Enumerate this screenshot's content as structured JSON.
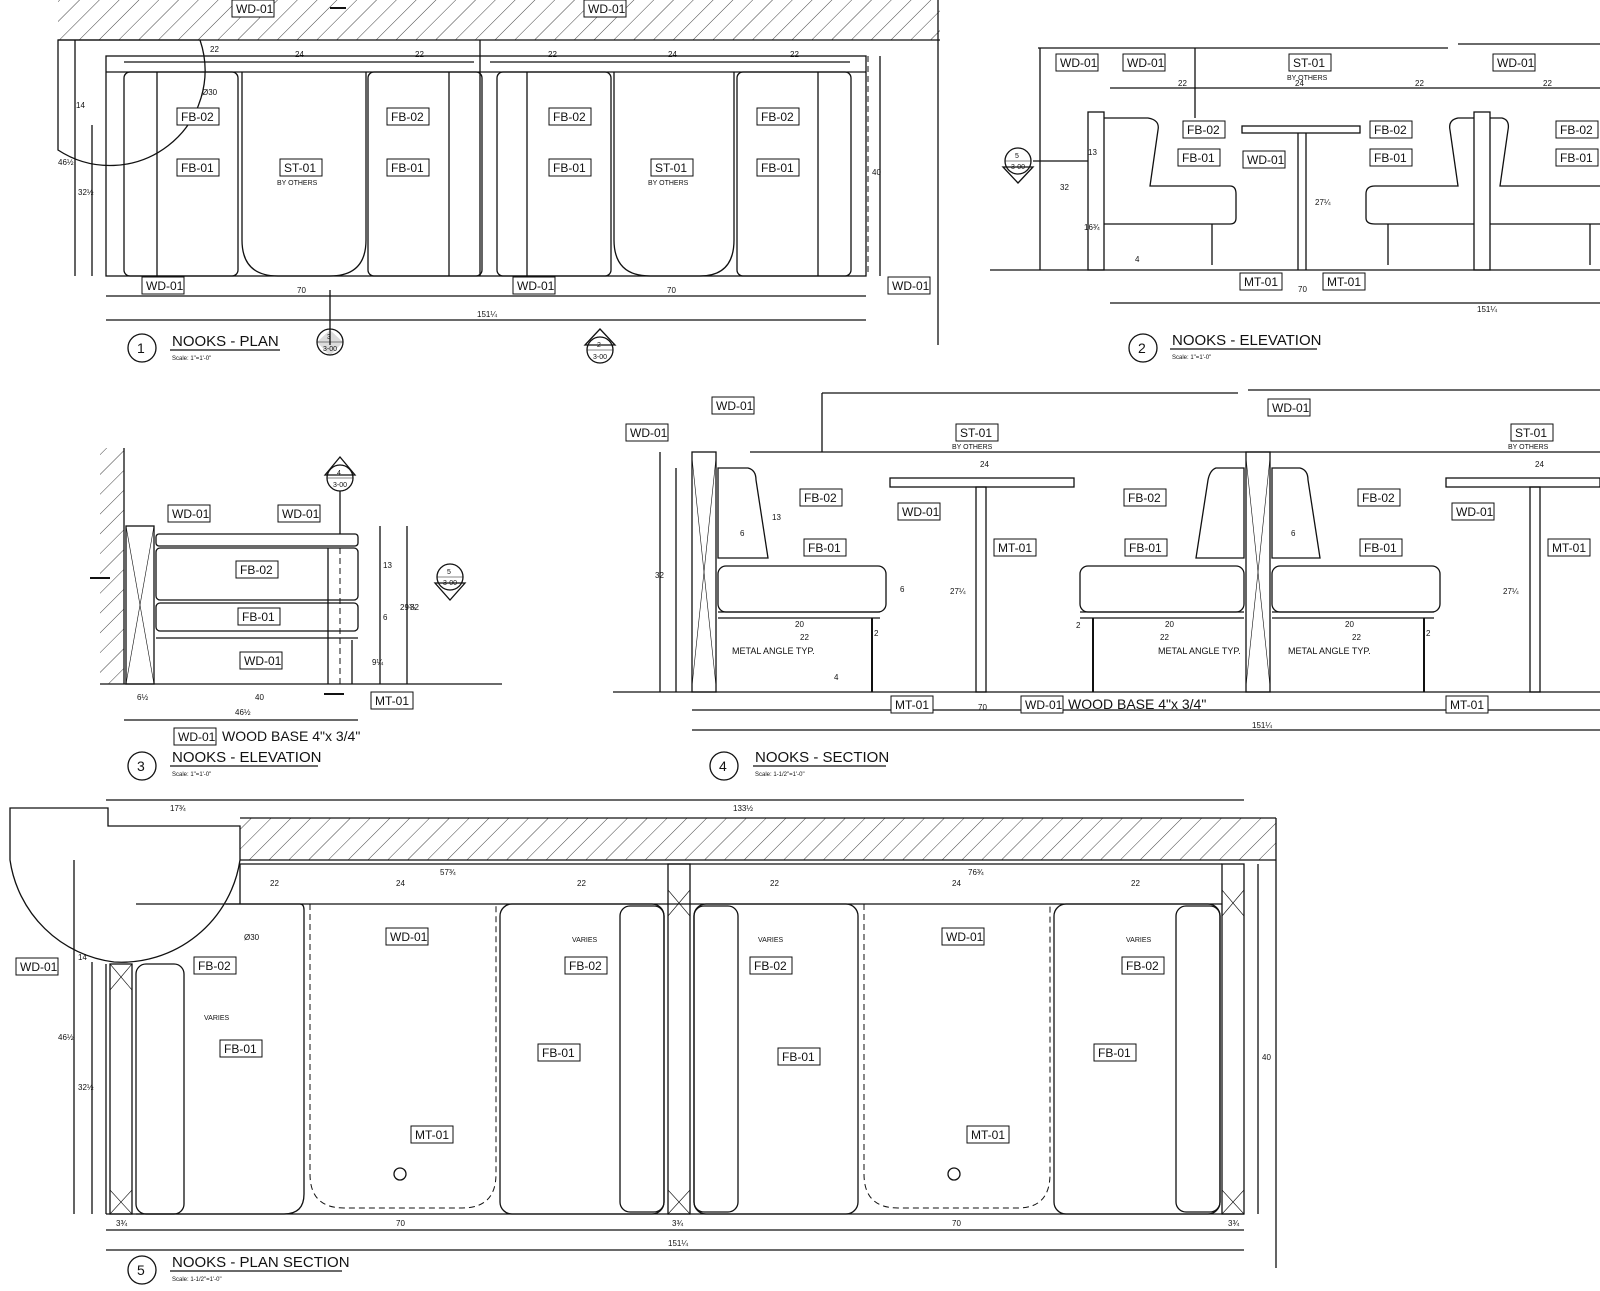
{
  "views": [
    {
      "number": "1",
      "title": "NOOKS - PLAN",
      "scale": "Scale: 1\"=1'-0\""
    },
    {
      "number": "2",
      "title": "NOOKS - ELEVATION",
      "scale": "Scale: 1\"=1'-0\""
    },
    {
      "number": "3",
      "title": "NOOKS - ELEVATION",
      "scale": "Scale: 1\"=1'-0\""
    },
    {
      "number": "4",
      "title": "NOOKS - SECTION",
      "scale": "Scale: 1-1/2\"=1'-0\""
    },
    {
      "number": "5",
      "title": "NOOKS - PLAN SECTION",
      "scale": "Scale: 1-1/2\"=1'-0\""
    }
  ],
  "materials": {
    "wd": "WD-01",
    "fb2": "FB-02",
    "fb1": "FB-01",
    "st": "ST-01",
    "mt": "MT-01"
  },
  "notes": {
    "by_others": "BY OTHERS",
    "wood_base": "WOOD BASE 4\"x 3/4\"",
    "metal_angle": "METAL ANGLE TYP.",
    "varies": "VARIES"
  },
  "section_markers": {
    "m3": {
      "num": "3",
      "sheet": "3-00"
    },
    "m2": {
      "num": "2",
      "sheet": "3-00"
    },
    "m5": {
      "num": "5",
      "sheet": "3-00"
    },
    "m4": {
      "num": "4",
      "sheet": "3-00"
    }
  },
  "dims": {
    "d22": "22",
    "d24": "24",
    "d70": "70",
    "d40": "40",
    "d32": "32",
    "d13": "13",
    "d6": "6",
    "d4": "4",
    "d20": "20",
    "d2": "2",
    "d151": "151¼",
    "d46": "46½",
    "d32b": "32½",
    "d14": "14",
    "d30": "Ø30",
    "d3": "3¾",
    "d133": "133½",
    "d17": "17¾",
    "d57": "57¾",
    "d76": "76¾",
    "d27": "27¼",
    "d16": "16¾",
    "d9": "9¼",
    "d29": "29¾",
    "d6h": "6½"
  }
}
